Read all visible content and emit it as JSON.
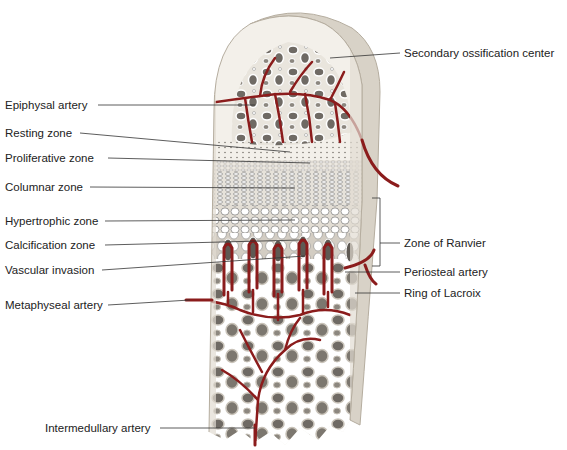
{
  "diagram": {
    "labels": [
      "Epiphysal artery",
      "Resting zone",
      "Proliferative zone",
      "Columnar zone",
      "Hypertrophic zone",
      "Calcification zone",
      "Vascular invasion",
      "Metaphyseal artery",
      "Intermedullary artery",
      "Secondary ossification center",
      "Zone of Ranvier",
      "Periosteal artery",
      "Ring of Lacroix"
    ]
  }
}
